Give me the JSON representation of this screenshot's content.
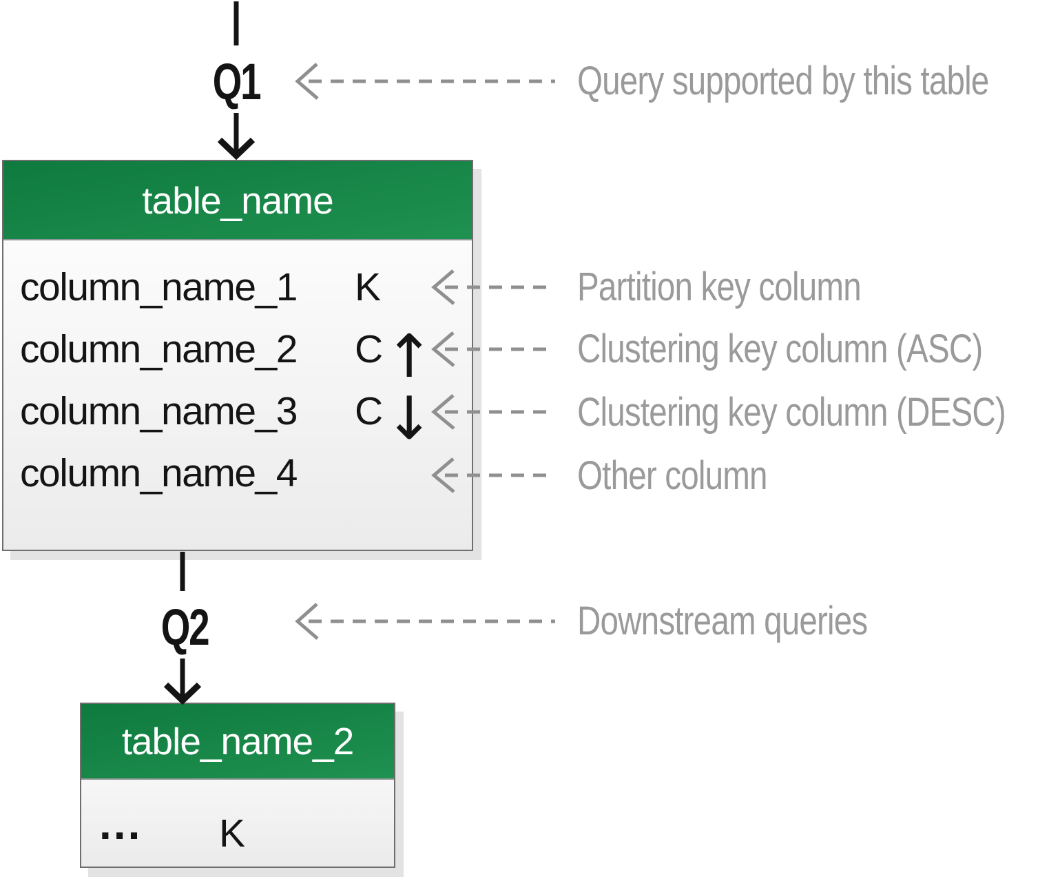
{
  "flow": {
    "q1_label": "Q1",
    "q2_label": "Q2"
  },
  "tables": [
    {
      "name": "table_name",
      "rows": [
        {
          "name": "column_name_1",
          "key": "K",
          "dir": ""
        },
        {
          "name": "column_name_2",
          "key": "C",
          "dir": "↑"
        },
        {
          "name": "column_name_3",
          "key": "C",
          "dir": "↓"
        },
        {
          "name": "column_name_4",
          "key": "",
          "dir": ""
        }
      ]
    },
    {
      "name": "table_name_2",
      "rows": [
        {
          "name": "...",
          "key": "K",
          "dir": ""
        }
      ]
    }
  ],
  "annotations": {
    "query": "Query supported by this table",
    "partition": "Partition key column",
    "clustering_asc": "Clustering key column (ASC)",
    "clustering_desc": "Clustering key column (DESC)",
    "other": "Other column",
    "downstream": "Downstream queries"
  },
  "colors": {
    "table-header-green-top": "#0f7a3e",
    "table-header-green-bottom": "#1f9150",
    "annotation-gray": "#9a9a9a",
    "arrow-gray": "#8f8f8f",
    "ink": "#141414",
    "table-border": "#6e6e6e",
    "table-shadow": "#e3e3e3"
  }
}
